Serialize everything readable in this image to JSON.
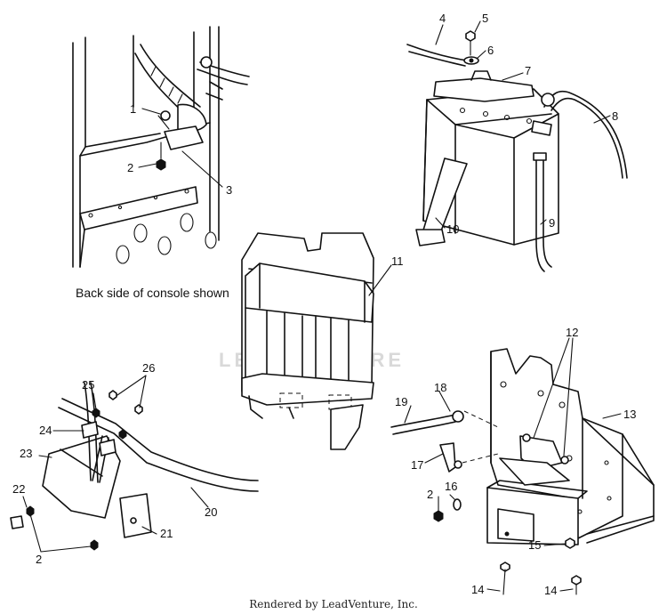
{
  "caption": "Back side of console shown",
  "watermark": "LEADVENTURE",
  "footer": "Rendered by LeadVenture, Inc.",
  "callouts": [
    "1",
    "2",
    "3",
    "4",
    "5",
    "6",
    "7",
    "8",
    "9",
    "10",
    "11",
    "12",
    "13",
    "14",
    "14",
    "15",
    "16",
    "17",
    "18",
    "19",
    "2",
    "20",
    "21",
    "22",
    "23",
    "24",
    "25",
    "26",
    "2"
  ]
}
